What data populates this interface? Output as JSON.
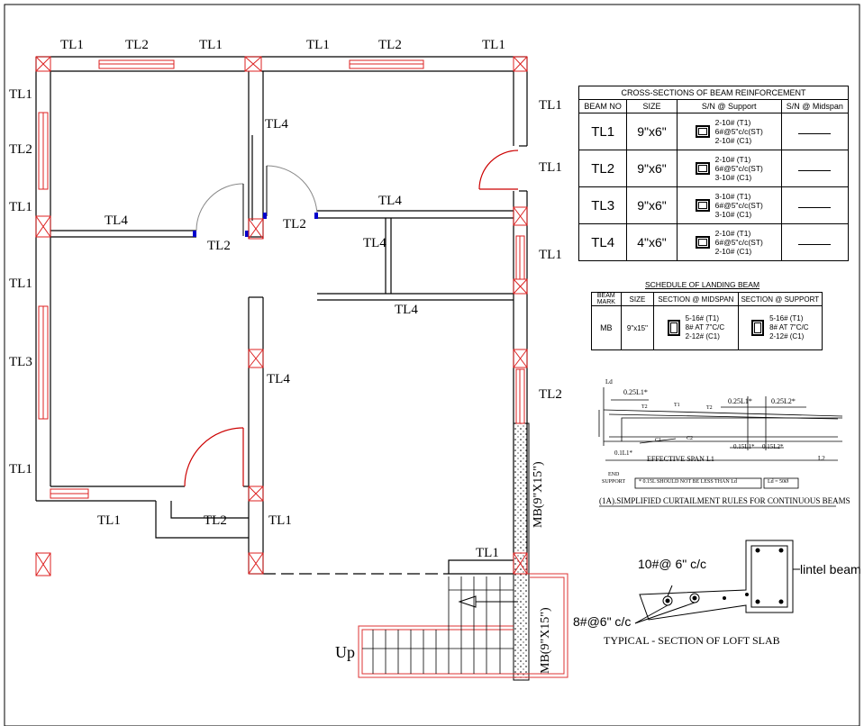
{
  "plan_labels": {
    "top": [
      "TL1",
      "TL2",
      "TL1",
      "TL1",
      "TL2",
      "TL1"
    ],
    "left": [
      "TL1",
      "TL2",
      "TL1",
      "TL1",
      "TL3",
      "TL1"
    ],
    "right": [
      "TL1",
      "TL1",
      "TL1",
      "TL2"
    ],
    "interior_tl4": "TL4",
    "interior_tl2": "TL2",
    "bottom_tl1": "TL1",
    "mb_label": "MB(9\"X15\")",
    "up_label": "Up"
  },
  "beam_table": {
    "title": "CROSS-SECTIONS OF BEAM REINFORCEMENT",
    "headers": [
      "BEAM NO",
      "SIZE",
      "S/N @ Support",
      "S/N @ Midspan"
    ],
    "rows": [
      {
        "no": "TL1",
        "size": "9\"x6\"",
        "s1": "2-10#  (T1)",
        "s2": "6#@5\"c/c(ST)",
        "s3": "2-10# (C1)"
      },
      {
        "no": "TL2",
        "size": "9\"x6\"",
        "s1": "2-10#  (T1)",
        "s2": "6#@5\"c/c(ST)",
        "s3": "3-10# (C1)"
      },
      {
        "no": "TL3",
        "size": "9\"x6\"",
        "s1": "3-10#  (T1)",
        "s2": "6#@5\"c/c(ST)",
        "s3": "3-10# (C1)"
      },
      {
        "no": "TL4",
        "size": "4\"x6\"",
        "s1": "2-10#  (T1)",
        "s2": "6#@5\"c/c(ST)",
        "s3": "2-10# (C1)"
      }
    ]
  },
  "landing_table": {
    "title": "SCHEDULE OF LANDING BEAM",
    "headers": [
      "BEAM MARK",
      "SIZE",
      "SECTION @ MIDSPAN",
      "SECTION @  SUPPORT"
    ],
    "row": {
      "mark": "MB",
      "size": "9\"x15\"",
      "m1": "5-16# (T1)",
      "m2": "8# AT 7\"C/C",
      "m3": "2-12# (C1)",
      "s1": "5-16# (T1)",
      "s2": "8# AT 7\"C/C",
      "s3": "2-12# (C1)"
    }
  },
  "curtailment": {
    "ld": "Ld",
    "l1a": "0.25L1*",
    "l2a": "0.25L1*",
    "l3a": "0.25L2*",
    "t1": "T1",
    "t2a": "T2",
    "t2b": "T2",
    "c1": "C1",
    "c2": "C2",
    "low1": "0.1L1*",
    "low2": "0.15L1*",
    "low3": "0.15L2*",
    "span1": "EFFECTIVE SPAN L1",
    "span2": "L2",
    "end": "END",
    "support": "SUPPORT",
    "note": "* 0.15L SHOULD NOT BE LESS THAN Ld",
    "ldnote": "Ld = 50Ø",
    "caption": "(1A).SIMPLIFIED CURTAILMENT RULES FOR CONTINUOUS BEAMS"
  },
  "loft": {
    "rebar1": "10#@ 6\" c/c",
    "rebar2": "8#@6\" c/c",
    "lintel": "lintel beam",
    "caption": "TYPICAL - SECTION OF LOFT SLAB"
  }
}
